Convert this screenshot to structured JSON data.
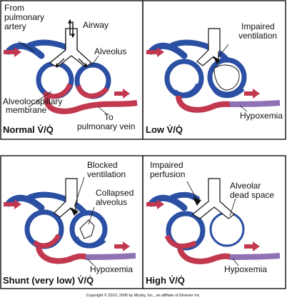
{
  "colors": {
    "artery_blue": "#2a4fa3",
    "vein_red": "#c1384f",
    "hypoxemia_purple": "#8f72b4",
    "border": "#222222",
    "arrow_red": "#c1384f"
  },
  "panels": [
    {
      "id": "normal",
      "caption_prefix": "Normal",
      "vq": "V̇/Q̇",
      "labels": {
        "from_artery_1": "From",
        "from_artery_2": "pulmonary",
        "from_artery_3": "artery",
        "airway": "Airway",
        "alveolus": "Alveolus",
        "membrane_1": "Alveolocapillary",
        "membrane_2": "membrane",
        "to_vein_1": "To",
        "to_vein_2": "pulmonary vein"
      }
    },
    {
      "id": "low",
      "caption_prefix": "Low",
      "vq": "V̇/Q̇",
      "labels": {
        "impaired_vent_1": "Impaired",
        "impaired_vent_2": "ventilation",
        "hypoxemia": "Hypoxemia"
      }
    },
    {
      "id": "shunt",
      "caption_prefix": "Shunt (very low)",
      "vq": "V̇/Q̇",
      "labels": {
        "blocked_1": "Blocked",
        "blocked_2": "ventilation",
        "collapsed_1": "Collapsed",
        "collapsed_2": "alveolus",
        "hypoxemia": "Hypoxemia"
      }
    },
    {
      "id": "high",
      "caption_prefix": "High",
      "vq": "V̇/Q̇",
      "labels": {
        "impaired_perf_1": "Impaired",
        "impaired_perf_2": "perfusion",
        "dead_space_1": "Alveolar",
        "dead_space_2": "dead space",
        "hypoxemia": "Hypoxemia"
      }
    }
  ],
  "copyright": "Copyright © 2010, 2006 by Mosby, Inc., an affiliate of Elsevier Inc."
}
